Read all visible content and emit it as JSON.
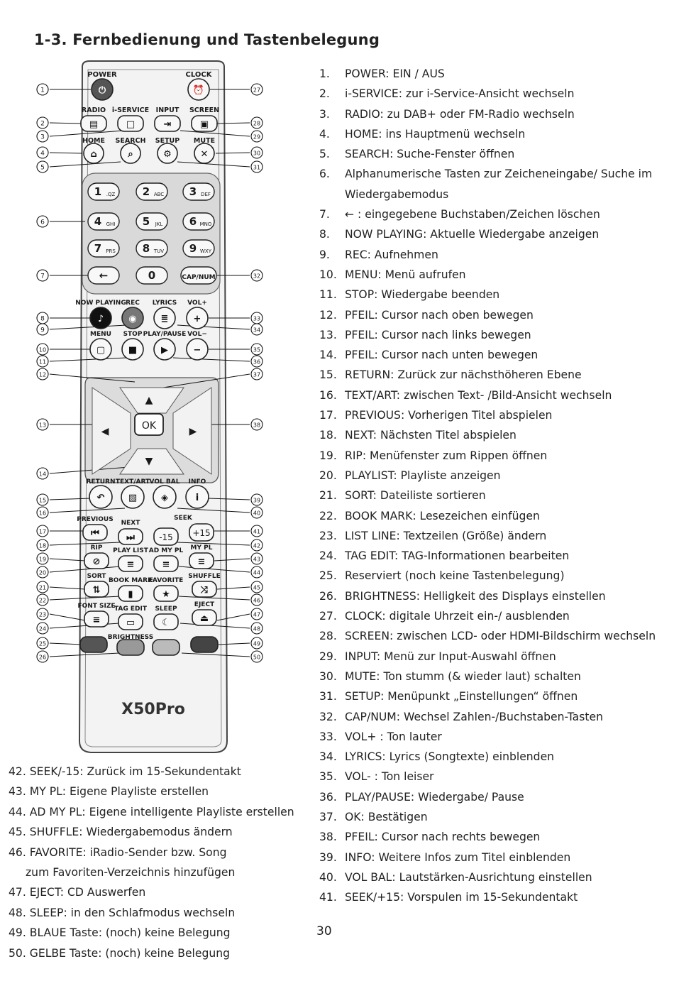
{
  "page_title": "1-3. Fernbedienung und Tastenbelegung",
  "page_number": "30",
  "remote": {
    "brand": "X50Pro",
    "callouts_left": [
      "1",
      "2",
      "3",
      "4",
      "5",
      "6",
      "7",
      "8",
      "9",
      "10",
      "11",
      "12",
      "13",
      "14",
      "15",
      "16",
      "17",
      "18",
      "19",
      "20",
      "21",
      "22",
      "23",
      "24",
      "25",
      "26"
    ],
    "callouts_right": [
      "27",
      "28",
      "29",
      "30",
      "31",
      "32",
      "33",
      "34",
      "35",
      "36",
      "37",
      "38",
      "39",
      "40",
      "41",
      "42",
      "43",
      "44",
      "45",
      "46",
      "47",
      "48",
      "49",
      "50"
    ],
    "labels": {
      "power": "POWER",
      "clock": "CLOCK",
      "radio": "RADIO",
      "iservice": "i-SERVICE",
      "input": "INPUT",
      "screen": "SCREEN",
      "home": "HOME",
      "search": "SEARCH",
      "setup": "SETUP",
      "mute": "MUTE",
      "nowplaying": "NOW PLAYING",
      "rec": "REC",
      "lyrics": "LYRICS",
      "volplus": "VOL+",
      "menu": "MENU",
      "stop": "STOP",
      "playpause": "PLAY/PAUSE",
      "volminus": "VOL−",
      "ok": "OK",
      "return": "RETURN",
      "textart": "TEXT/ART",
      "volbal": "VOL BAL",
      "info": "INFO",
      "previous": "PREVIOUS",
      "next": "NEXT",
      "seek": "SEEK",
      "seekminus": "-15",
      "seekplus": "+15",
      "rip": "RIP",
      "playlist": "PLAY LIST",
      "admypl": "AD MY PL",
      "mypl": "MY PL",
      "sort": "SORT",
      "bookmark": "BOOK MARK",
      "favorite": "FAVORITE",
      "shuffle": "SHUFFLE",
      "fontsize": "FONT SIZE",
      "tagedit": "TAG EDIT",
      "sleep": "SLEEP",
      "eject": "EJECT",
      "brightness": "BRIGHTNESS",
      "capnum": "CAP/NUM"
    },
    "keypad": [
      {
        "d": "1",
        "s": ".QZ"
      },
      {
        "d": "2",
        "s": "ABC"
      },
      {
        "d": "3",
        "s": "DEF"
      },
      {
        "d": "4",
        "s": "GHI"
      },
      {
        "d": "5",
        "s": "JKL"
      },
      {
        "d": "6",
        "s": "MNO"
      },
      {
        "d": "7",
        "s": "PRS"
      },
      {
        "d": "8",
        "s": "TUV"
      },
      {
        "d": "9",
        "s": "WXY"
      },
      {
        "d": "←",
        "s": ""
      },
      {
        "d": "0",
        "s": ""
      },
      {
        "d": "CAP/NUM",
        "s": ""
      }
    ]
  },
  "right_list": [
    {
      "num": "1.",
      "text": "POWER:   EIN / AUS"
    },
    {
      "num": "2.",
      "text": "i-SERVICE: zur i-Service-Ansicht wechseln"
    },
    {
      "num": "3.",
      "text": "RADIO: zu DAB+ oder FM-Radio wechseln"
    },
    {
      "num": "4.",
      "text": "HOME: ins Hauptmenü wechseln"
    },
    {
      "num": "5.",
      "text": "SEARCH: Suche-Fenster öffnen"
    },
    {
      "num": "6.",
      "text": "Alphanumerische Tasten zur Zeicheneingabe/ Suche im"
    },
    {
      "num": "",
      "text": "Wiedergabemodus"
    },
    {
      "num": "7.",
      "text": "←   : eingegebene Buchstaben/Zeichen löschen"
    },
    {
      "num": "8.",
      "text": "NOW PLAYING: Aktuelle Wiedergabe anzeigen"
    },
    {
      "num": "9.",
      "text": "REC: Aufnehmen"
    },
    {
      "num": "10.",
      "text": "MENU: Menü aufrufen"
    },
    {
      "num": "11.",
      "text": "STOP: Wiedergabe beenden"
    },
    {
      "num": "12.",
      "text": "PFEIL: Cursor nach oben bewegen"
    },
    {
      "num": "13.",
      "text": "PFEIL: Cursor nach links bewegen"
    },
    {
      "num": "14.",
      "text": "PFEIL: Cursor nach unten bewegen"
    },
    {
      "num": "15.",
      "text": "RETURN: Zurück zur nächsthöheren Ebene"
    },
    {
      "num": "16.",
      "text": "TEXT/ART: zwischen Text- /Bild-Ansicht wechseln"
    },
    {
      "num": "17.",
      "text": "PREVIOUS: Vorherigen Titel abspielen"
    },
    {
      "num": "18.",
      "text": "NEXT: Nächsten Titel abspielen"
    },
    {
      "num": "19.",
      "text": "RIP: Menüfenster zum Rippen öffnen"
    },
    {
      "num": "20.",
      "text": "PLAYLIST: Playliste anzeigen"
    },
    {
      "num": "21.",
      "text": "SORT: Dateiliste sortieren"
    },
    {
      "num": "22.",
      "text": "BOOK MARK: Lesezeichen einfügen"
    },
    {
      "num": "23.",
      "text": "LIST LINE: Textzeilen (Größe) ändern"
    },
    {
      "num": "24.",
      "text": "TAG EDIT: TAG-Informationen bearbeiten"
    },
    {
      "num": "25.",
      "text": "Reserviert (noch keine Tastenbelegung)"
    },
    {
      "num": "26.",
      "text": "BRIGHTNESS: Helligkeit des Displays einstellen"
    },
    {
      "num": "27.",
      "text": "CLOCK: digitale Uhrzeit ein-/ ausblenden"
    },
    {
      "num": "28.",
      "text": "SCREEN: zwischen LCD- oder HDMI-Bildschirm wechseln"
    },
    {
      "num": "29.",
      "text": "INPUT: Menü zur Input-Auswahl öffnen"
    },
    {
      "num": "30.",
      "text": "MUTE: Ton stumm (& wieder laut) schalten"
    },
    {
      "num": "31.",
      "text": "SETUP: Menüpunkt „Einstellungen“ öffnen"
    },
    {
      "num": "32.",
      "text": "CAP/NUM: Wechsel Zahlen-/Buchstaben-Tasten"
    },
    {
      "num": "33.",
      "text": "VOL+ : Ton lauter"
    },
    {
      "num": "34.",
      "text": "LYRICS: Lyrics (Songtexte) einblenden"
    },
    {
      "num": "35.",
      "text": "VOL- : Ton leiser"
    },
    {
      "num": "36.",
      "text": "PLAY/PAUSE: Wiedergabe/ Pause"
    },
    {
      "num": "37.",
      "text": "OK: Bestätigen"
    },
    {
      "num": "38.",
      "text": "PFEIL: Cursor nach rechts bewegen"
    },
    {
      "num": "39.",
      "text": "INFO: Weitere Infos zum Titel einblenden"
    },
    {
      "num": "40.",
      "text": "VOL BAL: Lautstärken-Ausrichtung einstellen"
    },
    {
      "num": "41.",
      "text": "SEEK/+15: Vorspulen im 15-Sekundentakt"
    }
  ],
  "left_list": [
    {
      "text": "42. SEEK/-15: Zurück im 15-Sekundentakt"
    },
    {
      "text": "43. MY PL: Eigene Playliste erstellen"
    },
    {
      "text": "44. AD MY PL: Eigene intelligente Playliste erstellen"
    },
    {
      "text": "45. SHUFFLE: Wiedergabemodus ändern"
    },
    {
      "text": "46. FAVORITE:   iRadio-Sender bzw. Song"
    },
    {
      "text": "zum Favoriten-Verzeichnis hinzufügen",
      "cont": true
    },
    {
      "text": "47. EJECT: CD Auswerfen"
    },
    {
      "text": "48. SLEEP: in den Schlafmodus wechseln"
    },
    {
      "text": "49. BLAUE Taste: (noch) keine Belegung"
    },
    {
      "text": "50. GELBE Taste: (noch) keine Belegung"
    }
  ]
}
